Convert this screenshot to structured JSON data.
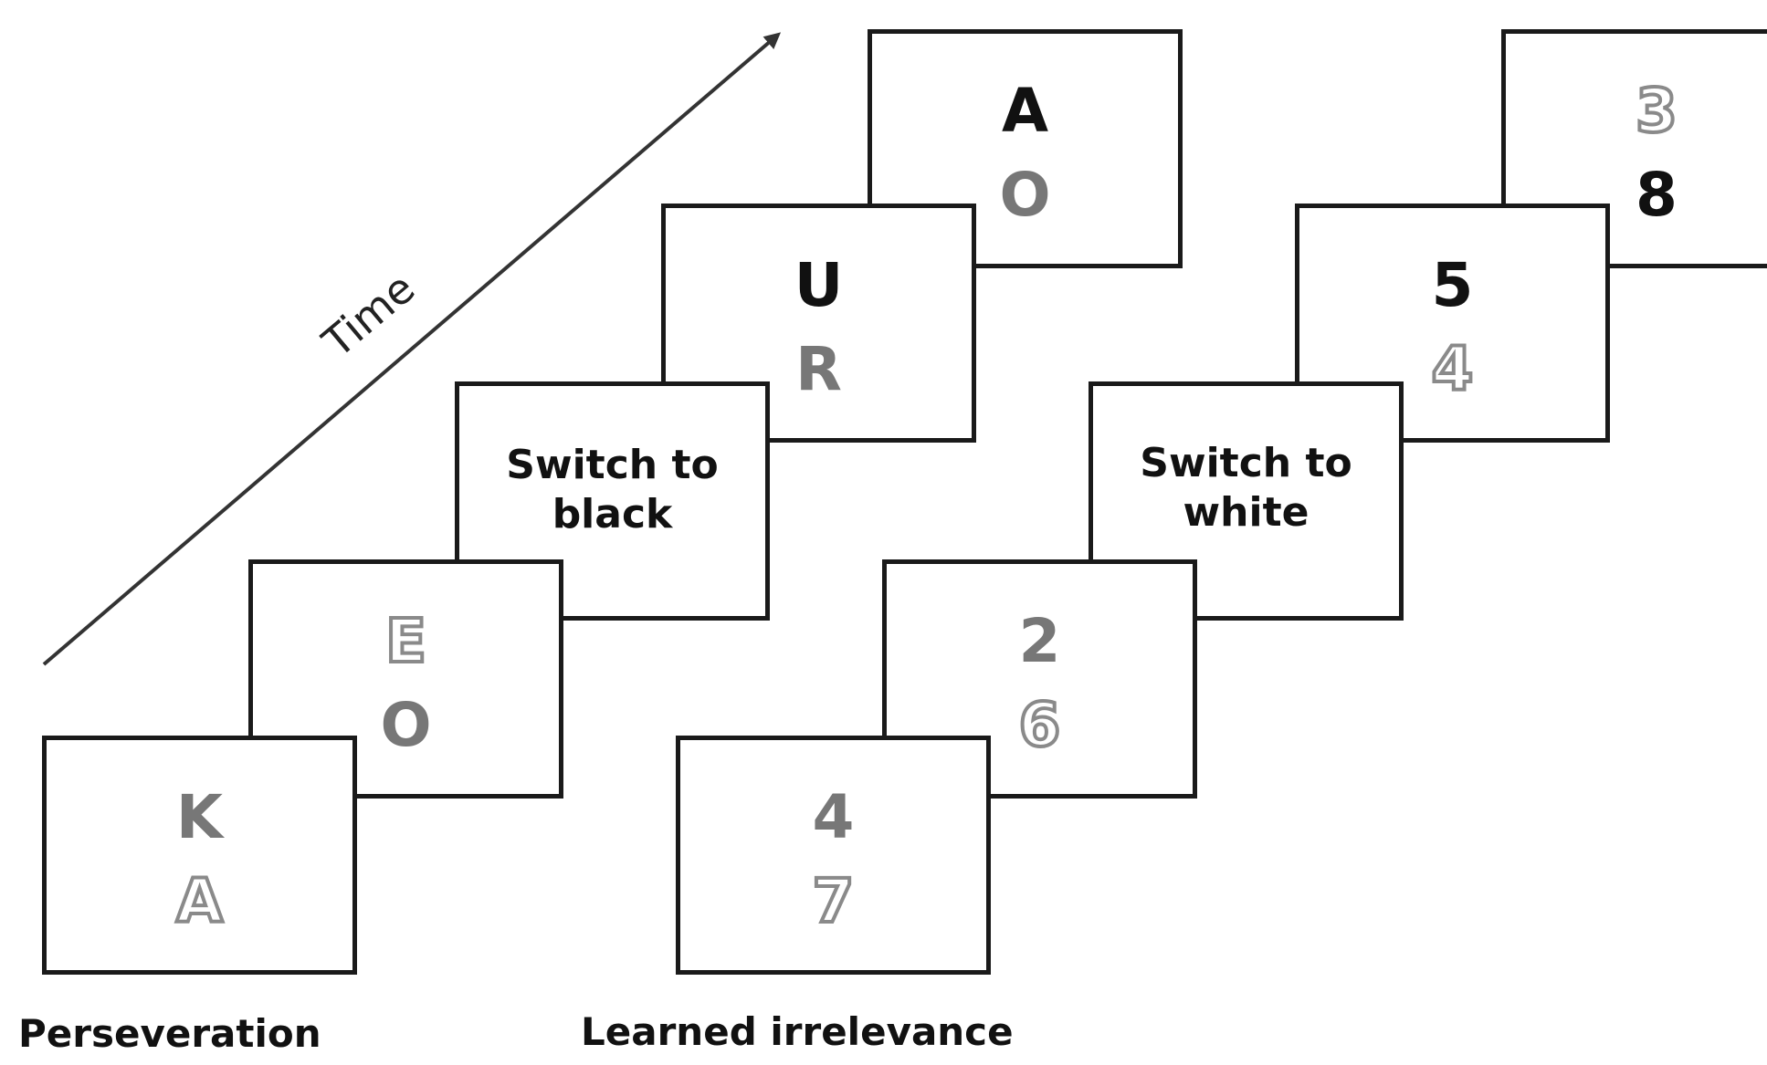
{
  "time_label": "Time",
  "panels": {
    "perseveration": {
      "caption": "Perseveration",
      "frames": [
        {
          "top": "K",
          "top_style": "solid-gray",
          "bottom": "A",
          "bottom_style": "outline"
        },
        {
          "top": "E",
          "top_style": "outline",
          "bottom": "O",
          "bottom_style": "solid-gray"
        },
        {
          "cue_line1": "Switch to",
          "cue_line2": "black"
        },
        {
          "top": "U",
          "top_style": "solid-black",
          "bottom": "R",
          "bottom_style": "solid-gray"
        },
        {
          "top": "A",
          "top_style": "solid-black",
          "bottom": "O",
          "bottom_style": "solid-gray"
        }
      ]
    },
    "learned_irrelevance": {
      "caption": "Learned irrelevance",
      "frames": [
        {
          "top": "4",
          "top_style": "solid-gray",
          "bottom": "7",
          "bottom_style": "outline"
        },
        {
          "top": "2",
          "top_style": "solid-gray",
          "bottom": "6",
          "bottom_style": "outline"
        },
        {
          "cue_line1": "Switch to",
          "cue_line2": "white"
        },
        {
          "top": "5",
          "top_style": "solid-black",
          "bottom": "4",
          "bottom_style": "outline"
        },
        {
          "top": "3",
          "top_style": "outline",
          "bottom": "8",
          "bottom_style": "solid-black"
        }
      ]
    }
  },
  "colors": {
    "border": "#1a1a1a",
    "black_glyph": "#111111",
    "gray_glyph": "#777777",
    "outline_glyph": "#8a8a8a",
    "arrow": "#333333"
  }
}
